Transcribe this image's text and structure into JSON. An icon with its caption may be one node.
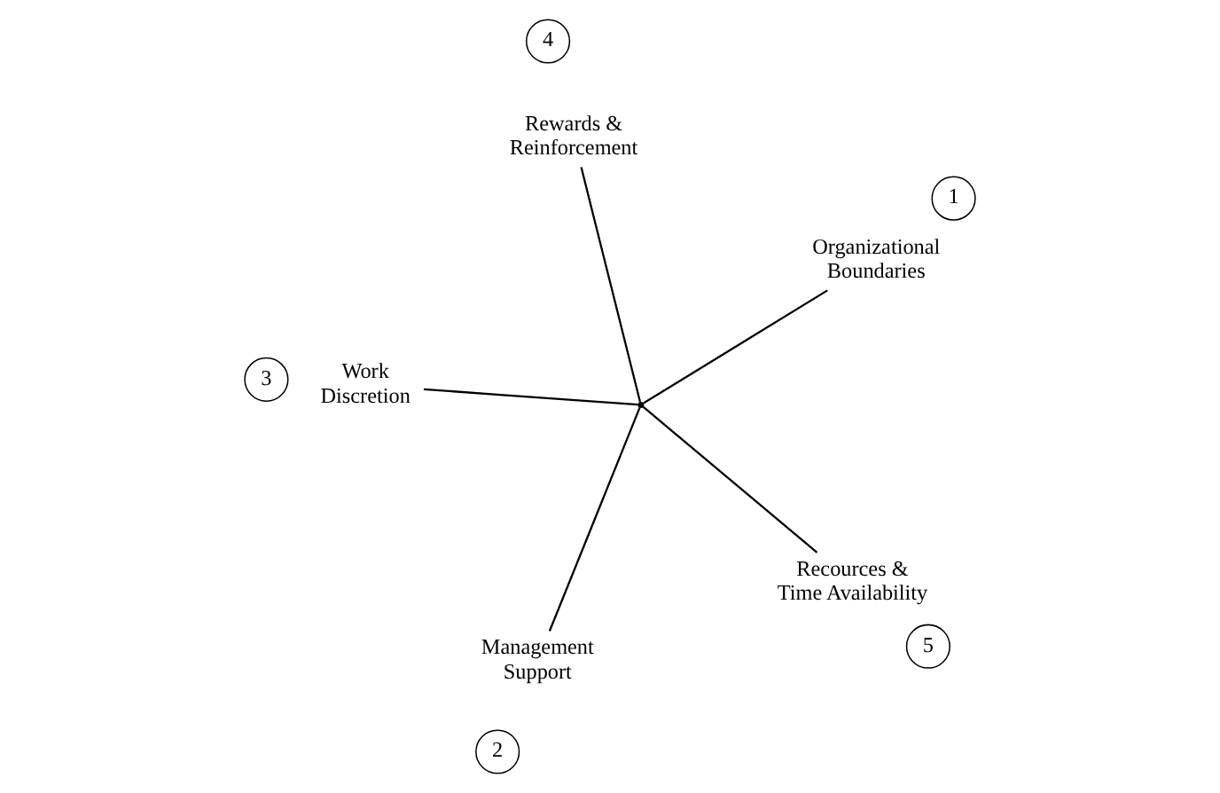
{
  "diagram": {
    "nodes": [
      {
        "text": [
          "Organizational Boundaries"
        ]
      },
      {
        "text": [
          "1"
        ]
      },
      {
        "text": [
          "Management Support"
        ]
      },
      {
        "text": [
          "2"
        ]
      },
      {
        "text": [
          "Work Discretion"
        ]
      },
      {
        "text": [
          "3"
        ]
      },
      {
        "text": [
          "Rewards & Reinforcement"
        ]
      },
      {
        "text": [
          "4"
        ]
      },
      {
        "text": [
          "Recources & Time Availability"
        ]
      },
      {
        "text": [
          "5"
        ]
      },
      {
        "text": [],
        "shape": "point"
      }
    ],
    "edges": [
      {
        "from": 10,
        "to": 0,
        "arrow": "none"
      },
      {
        "from": 10,
        "to": 2,
        "arrow": "none"
      },
      {
        "from": 10,
        "to": 4,
        "arrow": "none"
      },
      {
        "from": 10,
        "to": 6,
        "arrow": "none"
      },
      {
        "from": 10,
        "to": 8,
        "arrow": "none"
      }
    ]
  }
}
